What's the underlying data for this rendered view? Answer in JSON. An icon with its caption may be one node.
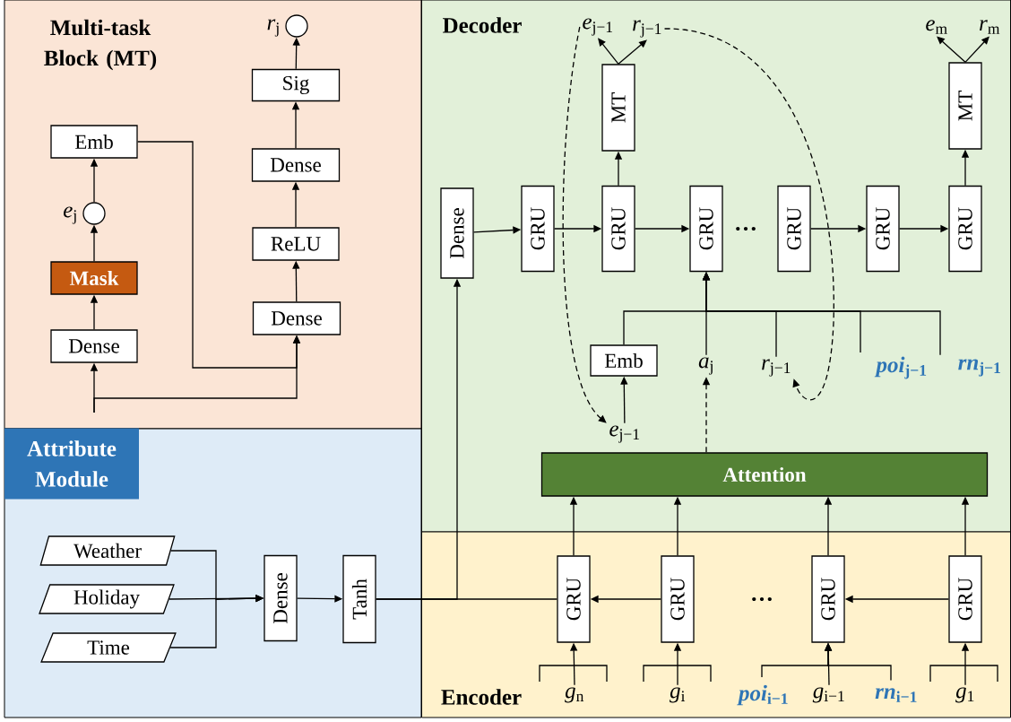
{
  "diagram": {
    "nodes": [
      {
        "text": [
          "Multi-task Block (MT)"
        ]
      },
      {
        "text": [
          "Emb"
        ],
        "in": 0
      },
      {
        "text": [],
        "shape": "circle",
        "beside": [
          "*e*$_{j}$"
        ],
        "in": 0
      },
      {
        "text": [
          "Mask"
        ],
        "in": 0
      },
      {
        "text": [
          "Dense"
        ],
        "in": 0
      },
      {
        "text": [],
        "shape": "circle",
        "beside": [
          "*r*$_{j}$"
        ],
        "in": 0
      },
      {
        "text": [
          "Sig"
        ],
        "in": 0
      },
      {
        "text": [
          "Dense"
        ],
        "in": 0
      },
      {
        "text": [
          "ReLU"
        ],
        "in": 0
      },
      {
        "text": [
          "Dense"
        ],
        "in": 0
      },
      {
        "text": [
          "Attribute Module"
        ]
      },
      {
        "text": [
          "Weather"
        ],
        "in": 10
      },
      {
        "text": [
          "Holiday"
        ],
        "in": 10
      },
      {
        "text": [
          "Time"
        ],
        "in": 10
      },
      {
        "text": [
          "Dense"
        ],
        "in": 10
      },
      {
        "text": [
          "Tanh"
        ],
        "in": 10
      },
      {
        "text": [
          "Decoder"
        ]
      },
      {
        "text": [
          "Dense"
        ],
        "in": 16
      },
      {
        "text": [
          "GRU"
        ],
        "in": 16
      },
      {
        "text": [
          "GRU"
        ],
        "in": 16
      },
      {
        "text": [
          "GRU"
        ],
        "in": 16
      },
      {
        "text": [
          "GRU"
        ],
        "in": 16
      },
      {
        "text": [
          "GRU"
        ],
        "in": 16
      },
      {
        "text": [
          "GRU"
        ],
        "in": 16
      },
      {
        "text": [
          "MT"
        ],
        "in": 16
      },
      {
        "text": [
          "MT"
        ],
        "in": 16
      },
      {
        "text": [
          "*e*$_{j−1}$"
        ],
        "in": 16
      },
      {
        "text": [
          "*r*$_{j−1}$"
        ],
        "in": 16
      },
      {
        "text": [
          "*e*$_{m}$"
        ],
        "in": 16
      },
      {
        "text": [
          "*r*$_{m}$"
        ],
        "in": 16
      },
      {
        "text": [
          "Emb"
        ],
        "in": 16
      },
      {
        "text": [
          "*a*$_{j}$"
        ],
        "in": 16
      },
      {
        "text": [
          "*r*$_{j−1}$"
        ],
        "in": 16
      },
      {
        "text": [
          "*poi*$_{j−1}$"
        ],
        "in": 16
      },
      {
        "text": [
          "*rn*$_{j−1}$"
        ],
        "in": 16
      },
      {
        "text": [
          "*e*$_{j−1}$"
        ],
        "in": 16
      },
      {
        "text": [
          "Attention"
        ],
        "in": 16
      },
      {
        "text": [
          "Encoder"
        ]
      },
      {
        "text": [
          "GRU"
        ],
        "in": 37
      },
      {
        "text": [
          "GRU"
        ],
        "in": 37
      },
      {
        "text": [
          "GRU"
        ],
        "in": 37
      },
      {
        "text": [
          "GRU"
        ],
        "in": 37
      },
      {
        "text": [
          "*g*$_{n}$"
        ],
        "in": 37
      },
      {
        "text": [
          "*g*$_{i}$"
        ],
        "in": 37
      },
      {
        "text": [
          "*poi*$_{i−1}$"
        ],
        "in": 37
      },
      {
        "text": [
          "*g*$_{i−1}$"
        ],
        "in": 37
      },
      {
        "text": [
          "*rn*$_{i−1}$"
        ],
        "in": 37
      },
      {
        "text": [
          "*g*$_{1}$"
        ],
        "in": 37
      }
    ],
    "edges": [
      {
        "from": 4,
        "to": 3,
        "arrow": "to"
      },
      {
        "from": 3,
        "to": 2,
        "arrow": "to"
      },
      {
        "from": 2,
        "to": 1,
        "arrow": "to"
      },
      {
        "from": null,
        "to": 4,
        "arrow": "to"
      },
      {
        "from": null,
        "to": 9,
        "arrow": "to"
      },
      {
        "from": 1,
        "to": 9,
        "arrow": "to"
      },
      {
        "from": 9,
        "to": 8,
        "arrow": "to"
      },
      {
        "from": 8,
        "to": 7,
        "arrow": "to"
      },
      {
        "from": 7,
        "to": 6,
        "arrow": "to"
      },
      {
        "from": 6,
        "to": 5,
        "arrow": "to"
      },
      {
        "from": 11,
        "to": 14,
        "arrow": "to"
      },
      {
        "from": 12,
        "to": 14,
        "arrow": "to"
      },
      {
        "from": 13,
        "to": 14,
        "arrow": "to"
      },
      {
        "from": 14,
        "to": 15,
        "arrow": "to"
      },
      {
        "from": 15,
        "to": 17,
        "arrow": "to"
      },
      {
        "from": 15,
        "to": 38,
        "arrow": "none"
      },
      {
        "from": 17,
        "to": 18,
        "arrow": "to"
      },
      {
        "from": 18,
        "to": 19,
        "arrow": "to"
      },
      {
        "from": 19,
        "to": 20,
        "arrow": "to"
      },
      {
        "from": 21,
        "to": 22,
        "arrow": "to"
      },
      {
        "from": 22,
        "to": 23,
        "arrow": "to"
      },
      {
        "from": 19,
        "to": 24,
        "arrow": "to"
      },
      {
        "from": 23,
        "to": 25,
        "arrow": "to"
      },
      {
        "from": 24,
        "to": 26,
        "arrow": "to"
      },
      {
        "from": 24,
        "to": 27,
        "arrow": "to"
      },
      {
        "from": 25,
        "to": 28,
        "arrow": "to"
      },
      {
        "from": 25,
        "to": 29,
        "arrow": "to"
      },
      {
        "from": 26,
        "to": 35,
        "arrow": "to",
        "style": "dashed"
      },
      {
        "from": 27,
        "to": 32,
        "arrow": "to",
        "style": "dashed"
      },
      {
        "from": 35,
        "to": 30,
        "arrow": "to"
      },
      {
        "from": 36,
        "to": 31,
        "arrow": "to",
        "style": "dashed"
      },
      {
        "from": 30,
        "to": 20,
        "arrow": "to"
      },
      {
        "from": 31,
        "to": 20,
        "arrow": "to"
      },
      {
        "from": 32,
        "to": 20,
        "arrow": "to"
      },
      {
        "from": 33,
        "to": 20,
        "arrow": "to"
      },
      {
        "from": 34,
        "to": 20,
        "arrow": "to"
      },
      {
        "from": 39,
        "to": 38,
        "arrow": "to"
      },
      {
        "from": 41,
        "to": 40,
        "arrow": "to"
      },
      {
        "from": 38,
        "to": 36,
        "arrow": "to"
      },
      {
        "from": 39,
        "to": 36,
        "arrow": "to"
      },
      {
        "from": 40,
        "to": 36,
        "arrow": "to"
      },
      {
        "from": 41,
        "to": 36,
        "arrow": "to"
      },
      {
        "from": 42,
        "to": 38,
        "arrow": "to"
      },
      {
        "from": 43,
        "to": 39,
        "arrow": "to"
      },
      {
        "from": 44,
        "to": 40,
        "arrow": "to"
      },
      {
        "from": 45,
        "to": 40,
        "arrow": "to"
      },
      {
        "from": 46,
        "to": 40,
        "arrow": "to"
      },
      {
        "from": 47,
        "to": 41,
        "arrow": "to"
      }
    ],
    "labels": [
      "…",
      "…"
    ]
  }
}
